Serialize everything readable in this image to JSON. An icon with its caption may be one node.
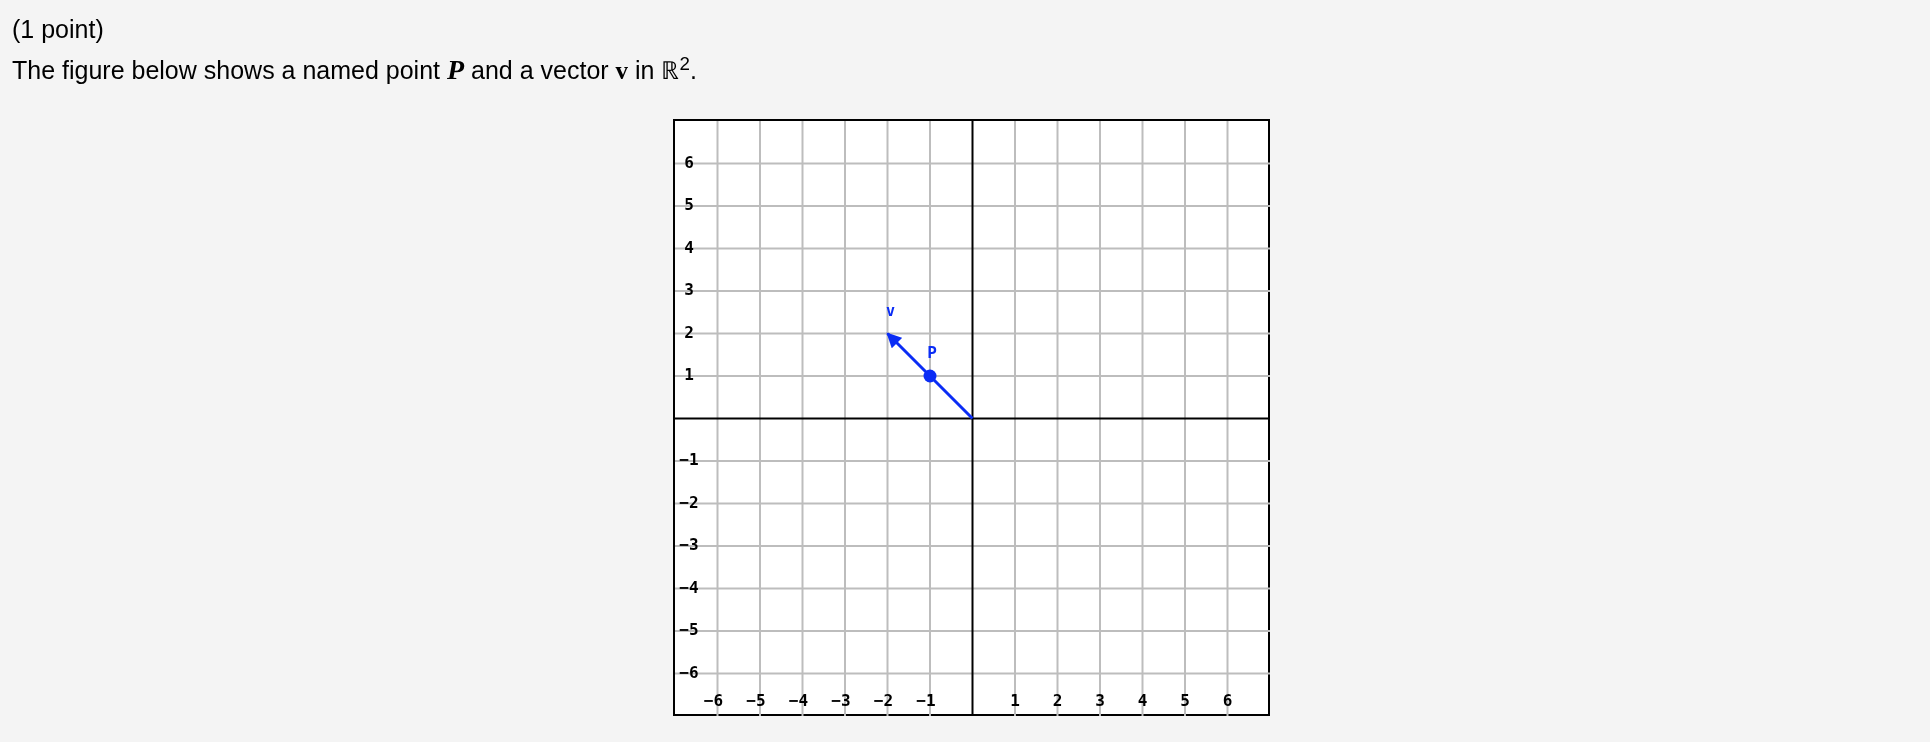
{
  "diagram": {
    "title": "(1 point)",
    "labels": [
      "The figure below shows a named point *P* and a vector **v** in ℝ$^{2}$.",
      "6",
      "5",
      "4",
      "3",
      "2",
      "1",
      "−1",
      "−2",
      "−3",
      "−4",
      "−5",
      "−6",
      "−6",
      "−5",
      "−4",
      "−3",
      "−2",
      "−1",
      "1",
      "2",
      "3",
      "4",
      "5",
      "6",
      "v",
      "P"
    ]
  }
}
